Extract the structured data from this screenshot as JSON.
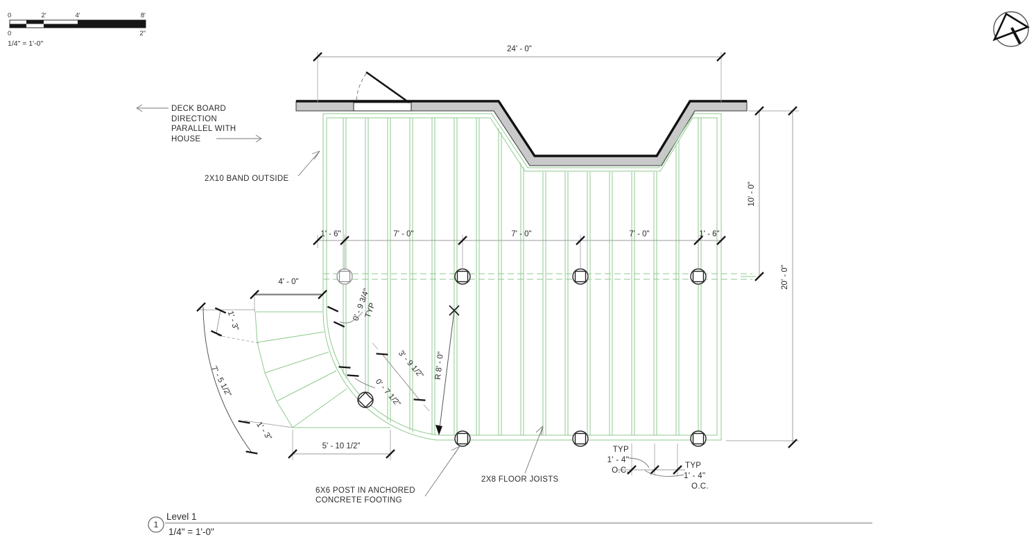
{
  "colors": {
    "ink": "#2b2b2b",
    "joist_green": "#8fc98f",
    "dim_gray": "#9b9b9b",
    "band_gray": "#c9c9c9",
    "line_black": "#161616"
  },
  "scale_bar": {
    "top_labels": [
      "0",
      "2'",
      "4'",
      "8'"
    ],
    "bottom_labels": [
      "0",
      "2\""
    ],
    "scale_text": "1/4\" = 1'-0\""
  },
  "north_arrow": "north-arrow",
  "annotations": {
    "deck_board_lines": [
      "DECK BOARD",
      "DIRECTION",
      "PARALLEL WITH",
      "HOUSE"
    ],
    "band": "2X10 BAND OUTSIDE",
    "post_lines": [
      "6X6 POST IN ANCHORED",
      "CONCRETE FOOTING"
    ],
    "joists": "2X8 FLOOR JOISTS",
    "typ_oc": [
      "TYP",
      "1' - 4\"",
      "O.C."
    ]
  },
  "dimensions": {
    "top": "24' - 0\"",
    "right_upper": "10' - 0\"",
    "right_full": "20' - 0\"",
    "bays": [
      "1' - 6\"",
      "7' - 0\"",
      "7' - 0\"",
      "7' - 0\"",
      "1' - 6\""
    ],
    "stair_top": "4' - 0\"",
    "stair_upper_side": "1' - 3\"",
    "stair_arc": "7' - 5 1/2\"",
    "stair_lower_side": "1' - 3\"",
    "stair_bottom": "5' - 10 1/2\"",
    "tread": "0' - 9 3/4\"",
    "tread_typ": "TYP",
    "diag": "3' - 9 1/2\"",
    "small_gap": "0' - 7 1/2\"",
    "radius": "R 8' - 0\""
  },
  "title_block": {
    "number": "1",
    "name": "Level 1",
    "scale": "1/4\" = 1'-0\""
  }
}
